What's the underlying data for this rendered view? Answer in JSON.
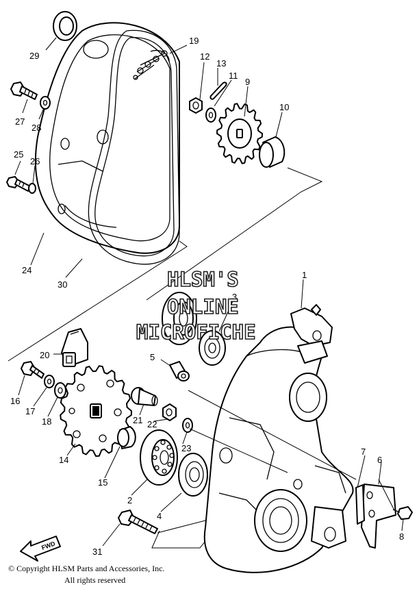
{
  "callouts": [
    "1",
    "2",
    "3",
    "4",
    "5",
    "6",
    "7",
    "8",
    "9",
    "10",
    "11",
    "12",
    "13",
    "14",
    "15",
    "16",
    "17",
    "18",
    "19",
    "20",
    "21",
    "22",
    "23",
    "24",
    "25",
    "26",
    "27",
    "28",
    "29",
    "30",
    "31"
  ],
  "watermark": {
    "line1": "HLSM'S",
    "line2": "ONLINE",
    "line3": "MICROFICHE"
  },
  "fwd_label": "FWD",
  "copyright": {
    "line1": "© Copyright HLSM Parts and Accessories, Inc.",
    "line2": "All rights reserved"
  }
}
